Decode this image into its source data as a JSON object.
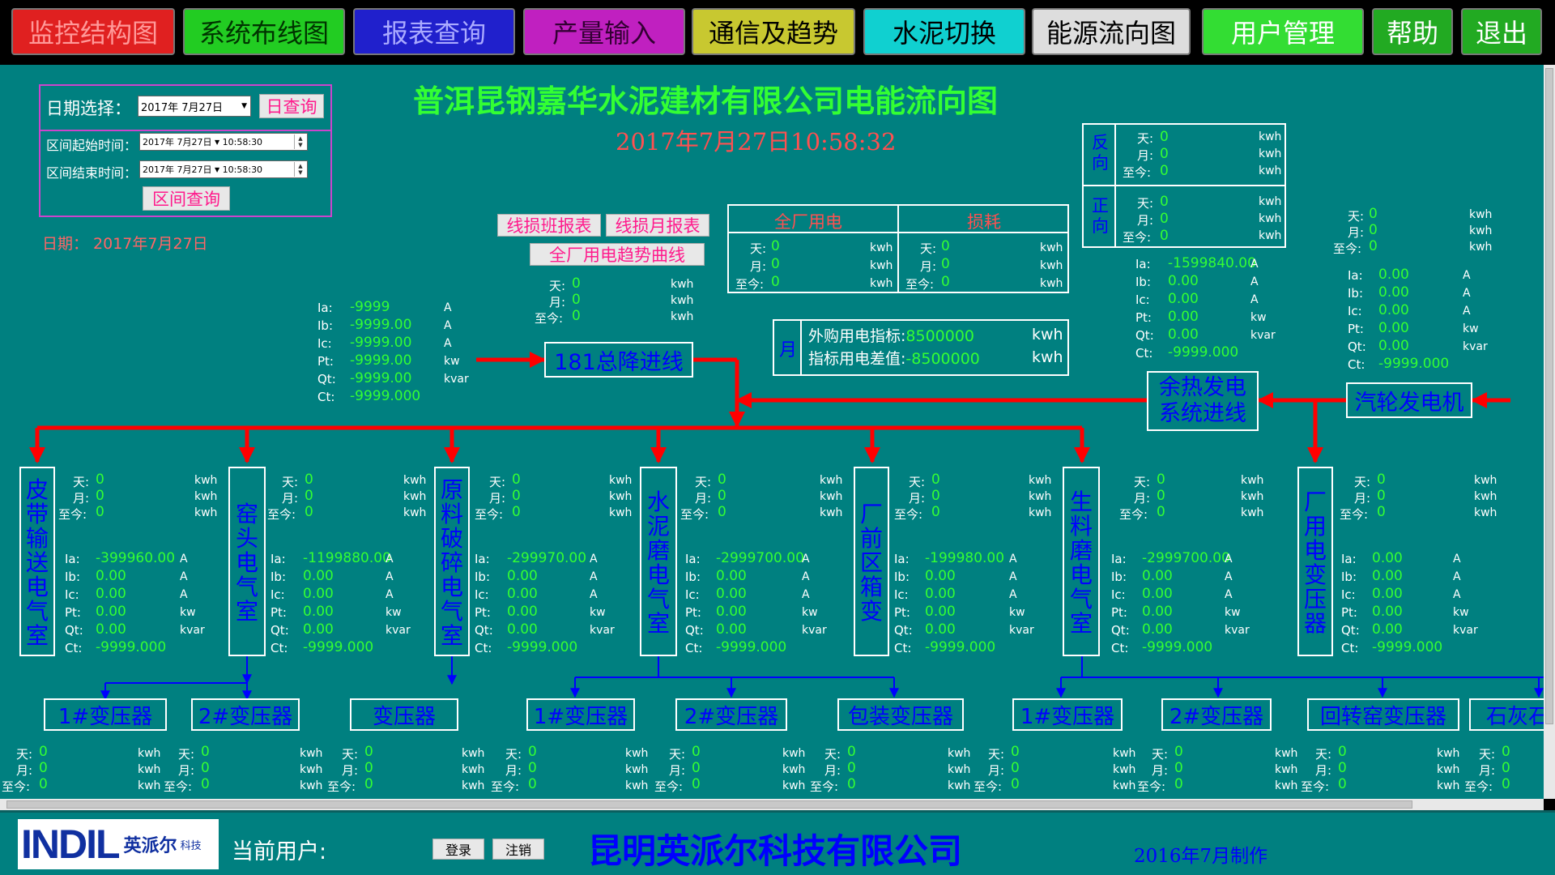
{
  "nav": [
    {
      "label": "监控结构图",
      "bg": "#e02020",
      "fg": "#ff9999"
    },
    {
      "label": "系统布线图",
      "bg": "#22cc22",
      "fg": "#003300"
    },
    {
      "label": "报表查询",
      "bg": "#2020cc",
      "fg": "#aaaaff"
    },
    {
      "label": "产量输入",
      "bg": "#c020c0",
      "fg": "#330033"
    },
    {
      "label": "通信及趋势",
      "bg": "#c8c830",
      "fg": "#000000"
    },
    {
      "label": "水泥切换",
      "bg": "#10d0d0",
      "fg": "#000000"
    },
    {
      "label": "能源流向图",
      "bg": "#dddddd",
      "fg": "#000000"
    },
    {
      "label": "用户管理",
      "bg": "#33dd33",
      "fg": "#ffffff"
    },
    {
      "label": "帮助",
      "bg": "#22aa22",
      "fg": "#ffffff"
    },
    {
      "label": "退出",
      "bg": "#22aa22",
      "fg": "#ffffff"
    }
  ],
  "title": "普洱昆钢嘉华水泥建材有限公司电能流向图",
  "datetime": "2017年7月27日10:58:32",
  "date_line": "日期：  2017年7月27日",
  "query_panel": {
    "date_label": "日期选择：",
    "date_value": "2017年 7月27日",
    "day_query": "日查询",
    "start_label": "区间起始时间：",
    "end_label": "区间结束时间：",
    "start_date": "2017年 7月27日",
    "start_time": "10:58:30",
    "end_date": "2017年 7月27日",
    "end_time": "10:58:30",
    "range_query": "区间查询"
  },
  "buttons": {
    "shift_report": "线损班报表",
    "month_report": "线损月报表",
    "trend": "全厂用电趋势曲线"
  },
  "labels": {
    "day": "天:",
    "month": "月:",
    "total": "至今:",
    "kwh": "kwh",
    "kw": "kw",
    "kvar": "kvar",
    "A": "A",
    "Ia": "Ia:",
    "Ib": "Ib:",
    "Ic": "Ic:",
    "Pt": "Pt:",
    "Qt": "Qt:",
    "Ct": "Ct:"
  },
  "plant": {
    "col1": "全厂用电",
    "col2": "损耗",
    "day1": "0",
    "month1": "0",
    "total1": "0",
    "day2": "0",
    "month2": "0",
    "total2": "0"
  },
  "reverse_forward": {
    "reverse": "反向",
    "forward": "正向",
    "r_day": "0",
    "r_month": "0",
    "r_total": "0",
    "f_day": "0",
    "f_month": "0",
    "f_total": "0"
  },
  "purchase": {
    "month": "月",
    "purchase_label": "外购用电指标:",
    "purchase_value": "8500000",
    "diff_label": "指标用电差值:",
    "diff_value": "-8500000",
    "unit": "kwh"
  },
  "incoming": {
    "name": "181总降进线",
    "day": "0",
    "month": "0",
    "total": "0",
    "Ia": "-9999",
    "Ib": "-9999.00",
    "Ic": "-9999.00",
    "Pt": "-9999.00",
    "Qt": "-9999.00",
    "Ct": "-9999.000"
  },
  "waste_heat": {
    "name1": "余热发电",
    "name2": "系统进线",
    "Ia": "-1599840.00",
    "Ib": "0.00",
    "Ic": "0.00",
    "Pt": "0.00",
    "Qt": "0.00",
    "Ct": "-9999.000"
  },
  "turbine": {
    "name": "汽轮发电机",
    "day": "0",
    "month": "0",
    "total": "0",
    "Ia": "0.00",
    "Ib": "0.00",
    "Ic": "0.00",
    "Pt": "0.00",
    "Qt": "0.00",
    "Ct": "-9999.000"
  },
  "rooms": [
    {
      "name": [
        "皮",
        "带",
        "输",
        "送",
        "电",
        "气",
        "室"
      ],
      "day": "0",
      "month": "0",
      "total": "0",
      "Ia": "-399960.00",
      "Ib": "0.00",
      "Ic": "0.00",
      "Pt": "0.00",
      "Qt": "0.00",
      "Ct": "-9999.000"
    },
    {
      "name": [
        "窑",
        "头",
        "电",
        "气",
        "室"
      ],
      "day": "0",
      "month": "0",
      "total": "0",
      "Ia": "-1199880.00",
      "Ib": "0.00",
      "Ic": "0.00",
      "Pt": "0.00",
      "Qt": "0.00",
      "Ct": "-9999.000"
    },
    {
      "name": [
        "原",
        "料",
        "破",
        "碎",
        "电",
        "气",
        "室"
      ],
      "day": "0",
      "month": "0",
      "total": "0",
      "Ia": "-299970.00",
      "Ib": "0.00",
      "Ic": "0.00",
      "Pt": "0.00",
      "Qt": "0.00",
      "Ct": "-9999.000"
    },
    {
      "name": [
        "水",
        "泥",
        "磨",
        "电",
        "气",
        "室"
      ],
      "day": "0",
      "month": "0",
      "total": "0",
      "Ia": "-2999700.00",
      "Ib": "0.00",
      "Ic": "0.00",
      "Pt": "0.00",
      "Qt": "0.00",
      "Ct": "-9999.000"
    },
    {
      "name": [
        "厂",
        "前",
        "区",
        "箱",
        "变"
      ],
      "day": "0",
      "month": "0",
      "total": "0",
      "Ia": "-199980.00",
      "Ib": "0.00",
      "Ic": "0.00",
      "Pt": "0.00",
      "Qt": "0.00",
      "Ct": "-9999.000"
    },
    {
      "name": [
        "生",
        "料",
        "磨",
        "电",
        "气",
        "室"
      ],
      "day": "0",
      "month": "0",
      "total": "0",
      "Ia": "-2999700.00",
      "Ib": "0.00",
      "Ic": "0.00",
      "Pt": "0.00",
      "Qt": "0.00",
      "Ct": "-9999.000"
    },
    {
      "name": [
        "厂",
        "用",
        "电",
        "变",
        "压",
        "器"
      ],
      "day": "0",
      "month": "0",
      "total": "0",
      "Ia": "0.00",
      "Ib": "0.00",
      "Ic": "0.00",
      "Pt": "0.00",
      "Qt": "0.00",
      "Ct": "-9999.000"
    }
  ],
  "transformers": [
    {
      "name": "1#变压器",
      "day": "0",
      "month": "0",
      "total": "0"
    },
    {
      "name": "2#变压器",
      "day": "0",
      "month": "0",
      "total": "0"
    },
    {
      "name": "变压器",
      "day": "0",
      "month": "0",
      "total": "0"
    },
    {
      "name": "1#变压器",
      "day": "0",
      "month": "0",
      "total": "0"
    },
    {
      "name": "2#变压器",
      "day": "0",
      "month": "0",
      "total": "0"
    },
    {
      "name": "包装变压器",
      "day": "0",
      "month": "0",
      "total": "0"
    },
    {
      "name": "1#变压器",
      "day": "0",
      "month": "0",
      "total": "0"
    },
    {
      "name": "2#变压器",
      "day": "0",
      "month": "0",
      "total": "0"
    },
    {
      "name": "回转窑变压器",
      "day": "0",
      "month": "0",
      "total": "0"
    },
    {
      "name": "石灰石",
      "day": "0",
      "month": "0",
      "total": "0"
    }
  ],
  "footer": {
    "logo": "INDIL",
    "logo_cn": "英派尔",
    "logo_sub": "科技",
    "user_label": "当前用户:",
    "login": "登录",
    "logout": "注销",
    "company": "昆明英派尔科技有限公司",
    "made": "2016年7月制作"
  },
  "colors": {
    "background": "#008080",
    "line": "#ff0000",
    "branch": "#0000ff",
    "value": "#33ff33"
  }
}
